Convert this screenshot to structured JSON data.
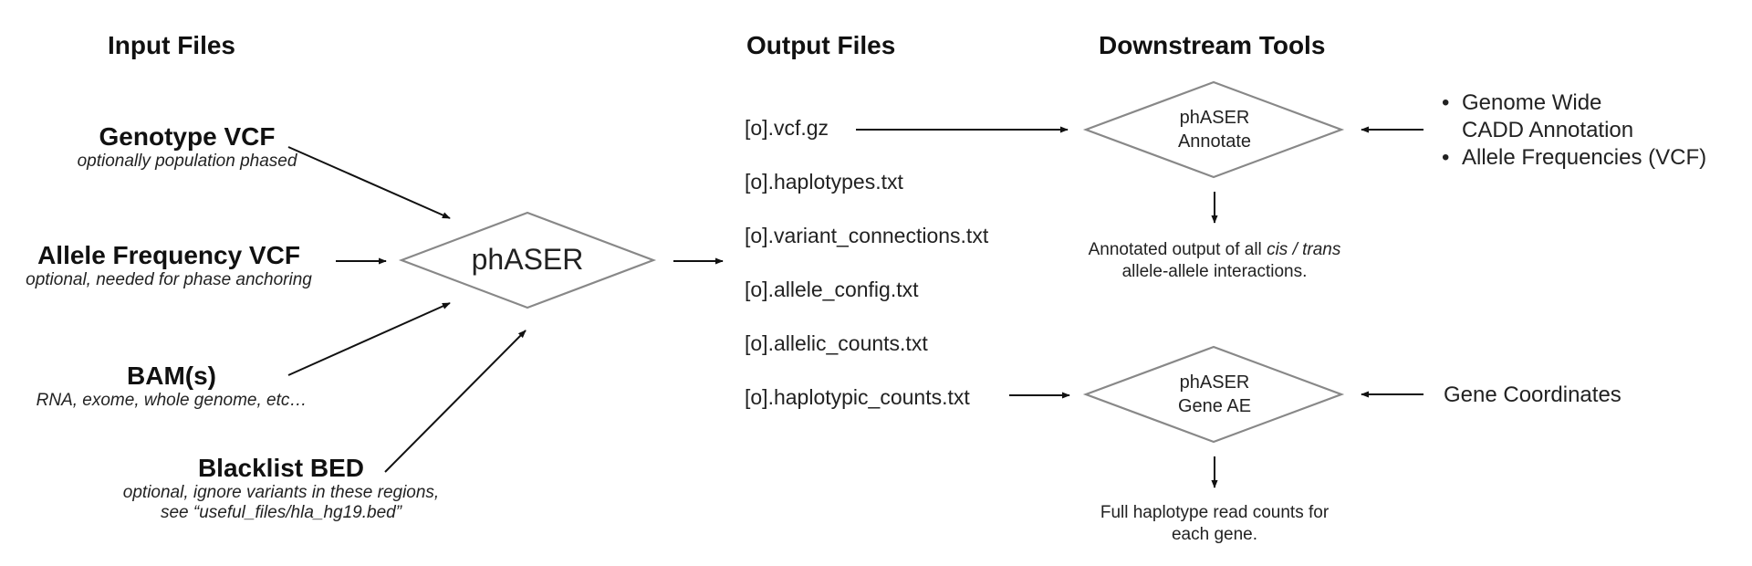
{
  "headers": {
    "input": "Input Files",
    "output": "Output Files",
    "downstream": "Downstream Tools"
  },
  "inputs": [
    {
      "title": "Genotype VCF",
      "subtitle": "optionally population phased"
    },
    {
      "title": "Allele Frequency VCF",
      "subtitle": "optional, needed for phase anchoring"
    },
    {
      "title": "BAM(s)",
      "subtitle": "RNA, exome, whole genome, etc…"
    },
    {
      "title": "Blacklist BED",
      "subtitle_line1": "optional, ignore variants in these regions,",
      "subtitle_line2": "see “useful_files/hla_hg19.bed”"
    }
  ],
  "center_tool": "phASER",
  "outputs": [
    "[o].vcf.gz",
    "[o].haplotypes.txt",
    "[o].variant_connections.txt",
    "[o].allele_config.txt",
    "[o].allelic_counts.txt",
    "[o].haplotypic_counts.txt"
  ],
  "tools": {
    "annotate": {
      "line1": "phASER",
      "line2": "Annotate",
      "inputs": [
        "Genome Wide",
        "CADD Annotation",
        "Allele Frequencies (VCF)"
      ],
      "note_pre": "Annotated output of all ",
      "note_em": "cis / trans",
      "note_post": "allele-allele interactions."
    },
    "gene_ae": {
      "line1": "phASER",
      "line2": "Gene AE",
      "input": "Gene Coordinates",
      "note_line1": "Full haplotype read counts for",
      "note_line2": "each gene."
    }
  },
  "colors": {
    "diamond_stroke": "#888888",
    "arrow": "#111111"
  }
}
